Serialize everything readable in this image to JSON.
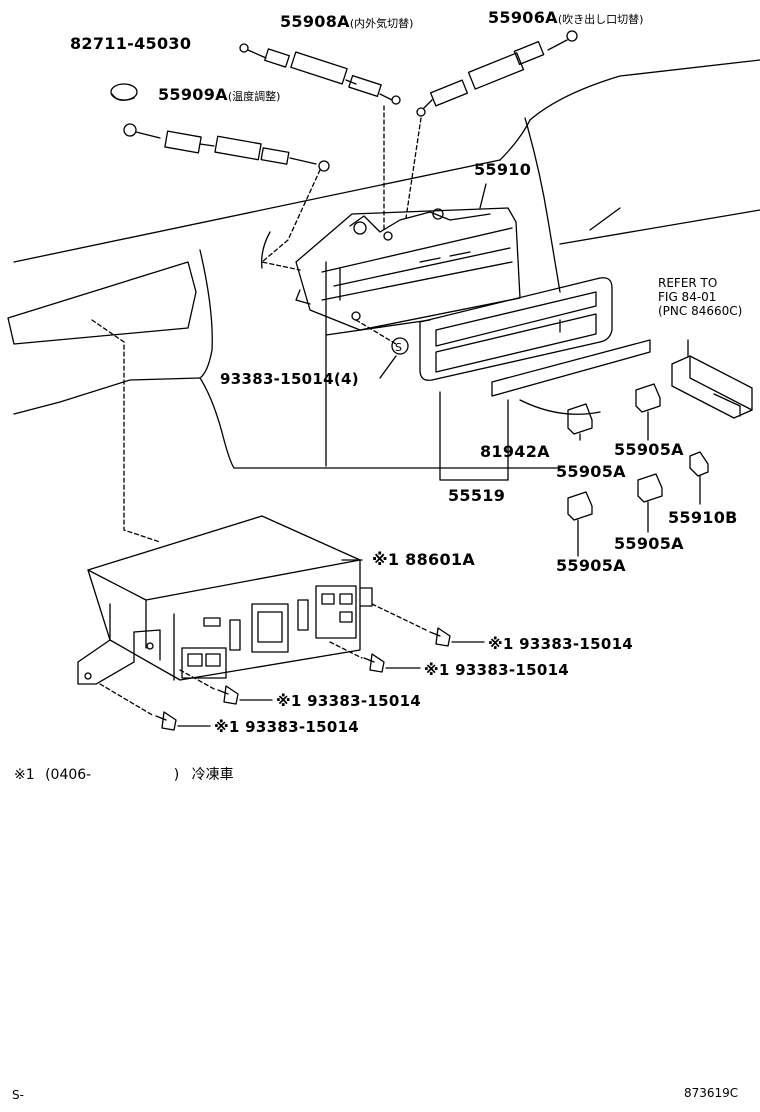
{
  "labels": {
    "p82711": "82711-45030",
    "p55908a": "55908A",
    "p55908a_note": "(内外気切替)",
    "p55906a": "55906A",
    "p55906a_note": "(吹き出し口切替)",
    "p55909a": "55909A",
    "p55909a_note": "(温度調整)",
    "p55910": "55910",
    "screw_qty": "93383-15014(4)",
    "p81942a": "81942A",
    "p55519": "55519",
    "p55905a_1": "55905A",
    "p55905a_2": "55905A",
    "p55905a_3": "55905A",
    "p55905a_4": "55905A",
    "p55910b": "55910B",
    "p188601a": "※1 88601A",
    "screw_1": "※1 93383-15014",
    "screw_2": "※1 93383-15014",
    "screw_3": "※1 93383-15014",
    "screw_4": "※1 93383-15014",
    "refer_line1": "REFER TO",
    "refer_line2": "FIG 84-01",
    "refer_line3": "(PNC 84660C)",
    "s_symbol": "S"
  },
  "footnote": {
    "mark": "※1",
    "range": "(0406-",
    "range_close": ")",
    "text": "冷凍車"
  },
  "footer": {
    "left": "S-",
    "right": "873619C"
  }
}
